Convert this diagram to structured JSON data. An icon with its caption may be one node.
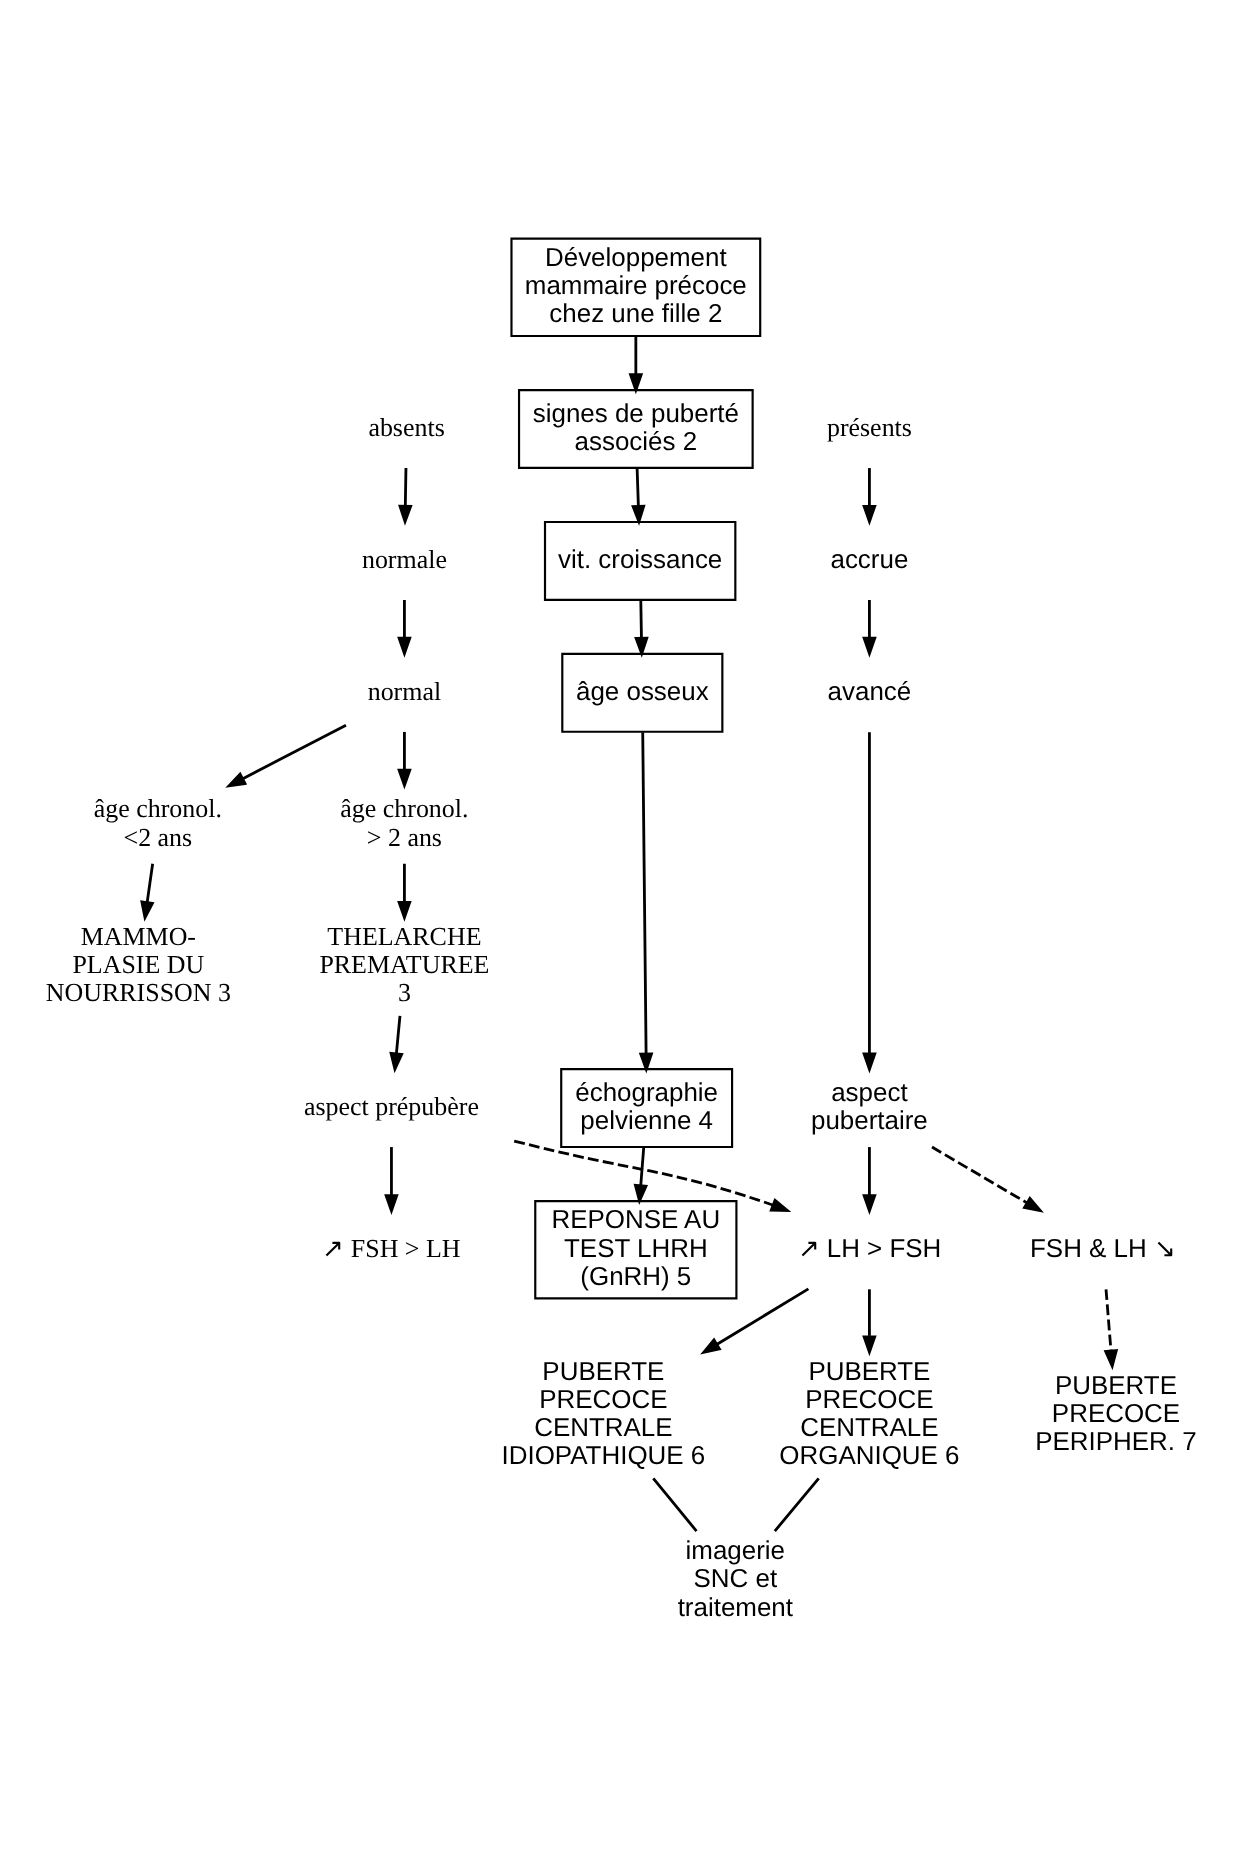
{
  "diagram": {
    "nodes": [
      {
        "text": [
          "Développement mammaire précoce chez une fille 2"
        ]
      },
      {
        "text": [
          "signes de puberté associés 2"
        ]
      },
      {
        "text": [
          "absents"
        ]
      },
      {
        "text": [
          "présents"
        ]
      },
      {
        "text": [
          "normale"
        ]
      },
      {
        "text": [
          "vit. croissance"
        ]
      },
      {
        "text": [
          "accrue"
        ]
      },
      {
        "text": [
          "normal"
        ]
      },
      {
        "text": [
          "âge osseux"
        ]
      },
      {
        "text": [
          "avancé"
        ]
      },
      {
        "text": [
          "âge chronol. > 2 ans"
        ]
      },
      {
        "text": [
          "âge chronol. <2 ans"
        ]
      },
      {
        "text": [
          "THELARCHE PREMATUREE 3"
        ]
      },
      {
        "text": [
          "MAMMO- PLASIE DU NOURRISSON 3"
        ]
      },
      {
        "text": [
          "aspect prépubère"
        ]
      },
      {
        "text": [
          "échographie pelvienne 4"
        ]
      },
      {
        "text": [
          "aspect pubertaire"
        ]
      },
      {
        "text": [
          "REPONSE AU TEST LHRH (GnRH) 5"
        ]
      },
      {
        "text": [
          "↗ FSH > LH"
        ]
      },
      {
        "text": [
          "↗ LH > FSH"
        ]
      },
      {
        "text": [
          "FSH & LH ↘"
        ]
      },
      {
        "text": [
          "PUBERTE PRECOCE CENTRALE IDIOPATHIQUE 6"
        ]
      },
      {
        "text": [
          "PUBERTE PRECOCE CENTRALE ORGANIQUE 6"
        ]
      },
      {
        "text": [
          "PUBERTE PRECOCE PERIPHER. 7"
        ]
      },
      {
        "text": [
          "imagerie SNC et traitement"
        ]
      }
    ],
    "edges": [
      {
        "from": 0,
        "to": 1,
        "arrow": "to"
      },
      {
        "from": 2,
        "to": 4,
        "arrow": "to"
      },
      {
        "from": 1,
        "to": 5,
        "arrow": "to"
      },
      {
        "from": 3,
        "to": 6,
        "arrow": "to"
      },
      {
        "from": 4,
        "to": 7,
        "arrow": "to"
      },
      {
        "from": 5,
        "to": 8,
        "arrow": "to"
      },
      {
        "from": 6,
        "to": 9,
        "arrow": "to"
      },
      {
        "from": 7,
        "to": 10,
        "arrow": "to"
      },
      {
        "from": 7,
        "to": 11,
        "arrow": "to"
      },
      {
        "from": 10,
        "to": 12,
        "arrow": "to"
      },
      {
        "from": 11,
        "to": 13,
        "arrow": "to"
      },
      {
        "from": 12,
        "to": 14,
        "arrow": "to"
      },
      {
        "from": 8,
        "to": 15,
        "arrow": "to"
      },
      {
        "from": 9,
        "to": 16,
        "arrow": "to"
      },
      {
        "from": 15,
        "to": 17,
        "arrow": "to"
      },
      {
        "from": 14,
        "to": 18,
        "arrow": "to"
      },
      {
        "from": 14,
        "to": 19,
        "arrow": "to",
        "style": "dashed"
      },
      {
        "from": 16,
        "to": 19,
        "arrow": "to"
      },
      {
        "from": 16,
        "to": 20,
        "arrow": "to",
        "style": "dashed"
      },
      {
        "from": 19,
        "to": 21,
        "arrow": "to"
      },
      {
        "from": 19,
        "to": 22,
        "arrow": "to"
      },
      {
        "from": 20,
        "to": 23,
        "arrow": "to",
        "style": "dashed"
      },
      {
        "from": 21,
        "to": 24,
        "arrow": "none"
      },
      {
        "from": 22,
        "to": 24,
        "arrow": "none"
      }
    ]
  }
}
